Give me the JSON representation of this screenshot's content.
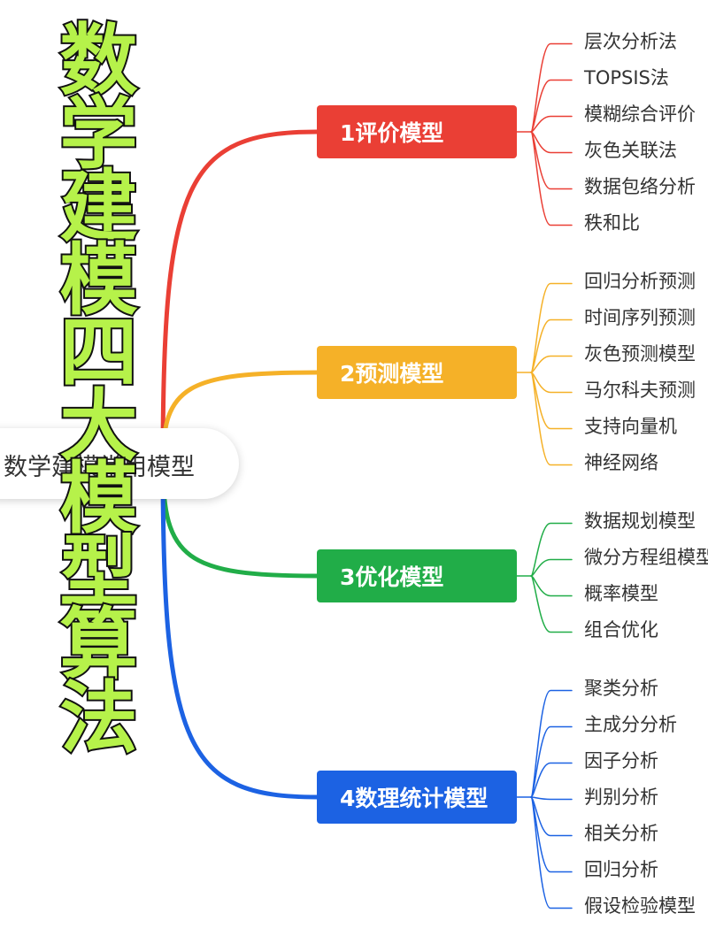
{
  "overlay_title": [
    "数",
    "学",
    "建",
    "模",
    "四",
    "大",
    "模",
    "型",
    "算",
    "法"
  ],
  "root": {
    "label": "数学建模常用模型"
  },
  "branches": [
    {
      "label": "1评价模型",
      "color": "#ea3f35",
      "leaves": [
        "层次分析法",
        "TOPSIS法",
        "模糊综合评价",
        "灰色关联法",
        "数据包络分析",
        "秩和比"
      ]
    },
    {
      "label": "2预测模型",
      "color": "#f5b128",
      "leaves": [
        "回归分析预测",
        "时间序列预测",
        "灰色预测模型",
        "马尔科夫预测",
        "支持向量机",
        "神经网络"
      ]
    },
    {
      "label": "3优化模型",
      "color": "#21ad48",
      "leaves": [
        "数据规划模型",
        "微分方程组模型",
        "概率模型",
        "组合优化"
      ]
    },
    {
      "label": "4数理统计模型",
      "color": "#1c62e3",
      "leaves": [
        "聚类分析",
        "主成分分析",
        "因子分析",
        "判别分析",
        "相关分析",
        "回归分析",
        "假设检验模型"
      ]
    }
  ]
}
